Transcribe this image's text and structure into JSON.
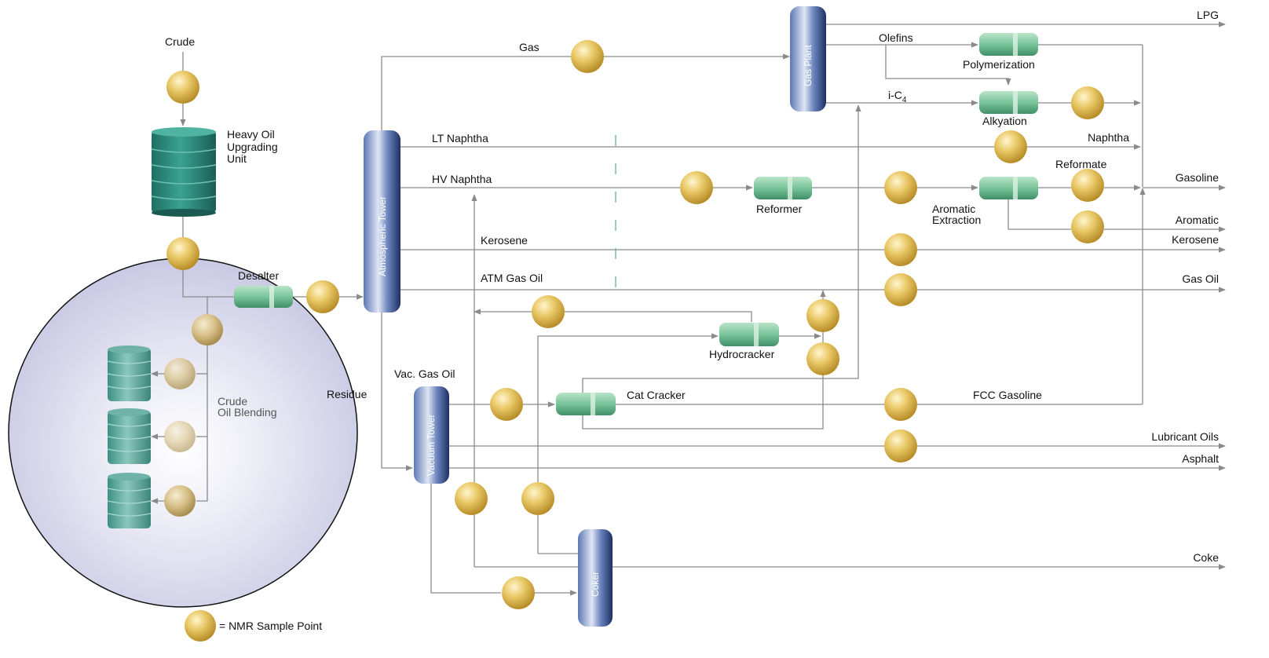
{
  "labels": {
    "crude": "Crude",
    "heavy_oil_1": "Heavy Oil",
    "heavy_oil_2": "Upgrading",
    "heavy_oil_3": "Unit",
    "desalter": "Desalter",
    "crude_blend_1": "Crude",
    "crude_blend_2": "Oil Blending",
    "residue": "Residue",
    "atm_tower": "Atmospheric Tower",
    "vac_tower": "Vacuum Tower",
    "gas_plant": "Gas Plant",
    "coker": "Coker",
    "gas": "Gas",
    "lt_naphtha": "LT Naphtha",
    "hv_naphtha": "HV Naphtha",
    "kerosene_stream": "Kerosene",
    "atm_gas_oil": "ATM Gas Oil",
    "vac_gas_oil": "Vac. Gas Oil",
    "olefins": "Olefins",
    "ic4_main": "i-C",
    "ic4_sub": "4",
    "polymerization": "Polymerization",
    "alkyation": "Alkyation",
    "reformer": "Reformer",
    "aromatic_extraction_1": "Aromatic",
    "aromatic_extraction_2": "Extraction",
    "reformate": "Reformate",
    "hydrocracker": "Hydrocracker",
    "cat_cracker": "Cat Cracker",
    "fcc_gasoline": "FCC Gasoline"
  },
  "products": {
    "lpg": "LPG",
    "naphtha": "Naphtha",
    "gasoline": "Gasoline",
    "aromatic": "Aromatic",
    "kerosene": "Kerosene",
    "gas_oil": "Gas Oil",
    "lubricant_oils": "Lubricant Oils",
    "asphalt": "Asphalt",
    "coke": "Coke"
  },
  "legend": {
    "text": "= NMR Sample Point"
  },
  "colors": {
    "line": "#8a8a8a",
    "barrel": "#2e8a7c",
    "vessel_green": "#79c49b",
    "tower_blue": "#2a3f7a",
    "sample_gold": "#e3bf4f",
    "circle_fill": "#d9d9ef"
  }
}
